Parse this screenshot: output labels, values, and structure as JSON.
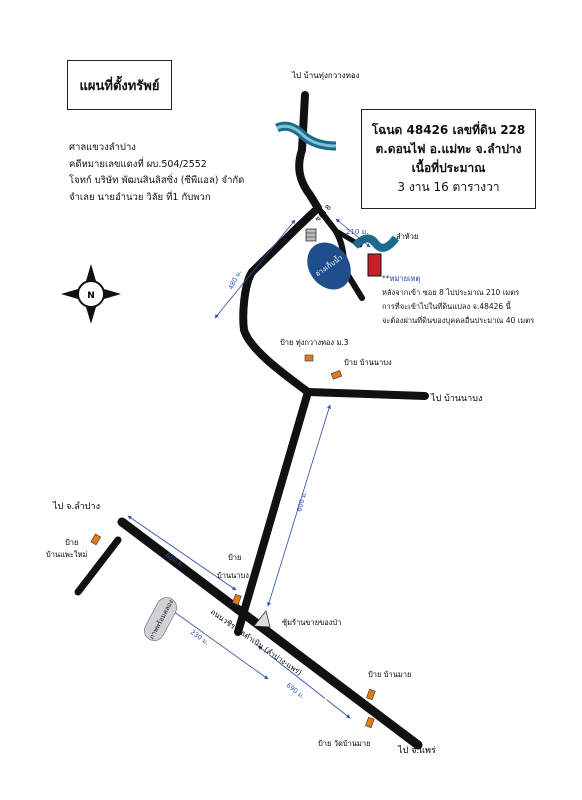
{
  "title": "แผนที่ตั้งทรัพย์",
  "deed_box": {
    "line1": "โฉนด 48426 เลขที่ดิน 228",
    "line2": "ต.ดอนไฟ อ.แม่ทะ จ.ลำปาง",
    "line3": "เนื้อที่ประมาณ",
    "line4": "3 งาน 16 ตารางวา"
  },
  "court_info": {
    "line1": "ศาลแขวงลำปาง",
    "line2": "คดีหมายเลขแดงที่ ผบ.504/2552",
    "line3": "โจทก์ บริษัท พัฒนสินลิสซิ่ง (ซีพีแอล) จำกัด",
    "line4": "จำเลย นายอำนวย วิลัย ที่1 กับพวก"
  },
  "note": {
    "title": "**หมายเหตุ",
    "line1": "หลังจากเข้า ซอย 8 ไปประมาณ 210 เมตร",
    "line2": "การที่จะเข้าไปในที่ดินแปลง จ.48426 นี้",
    "line3": "จะต้องผ่านที่ดินของบุคคลอื่นประมาณ 40 เมตร"
  },
  "labels": {
    "to_phung_kwang_thong": "ไป บ้านทุ่งกวางทอง",
    "to_ban_na_bong": "ไป บ้านนาบง",
    "to_lampang": "ไป จ.ลำปาง",
    "to_phrae": "ไป จ.แพร่",
    "soi8": "ซอย 8",
    "dist_210": "210 ม.",
    "dist_480": "480 ม.",
    "dist_600": "600 ม.",
    "dist_660": "660 ม.",
    "dist_230": "230 ม.",
    "dist_690": "690 ม.",
    "canal": "ลำห้วย",
    "reservoir": "อ่างเก็บน้ำ",
    "sign_phung_kwang_thong": "ป้าย ทุ่งกวางทอง ม.3",
    "sign_ban_na_bong": "ป้าย บ้านนาบง",
    "sign_ban_phae_mai_1": "ป้าย",
    "sign_ban_phae_mai_2": "บ้านแพะใหม่",
    "sign_ban_na_bong2_1": "ป้าย",
    "sign_ban_na_bong2_2": "บ้านนาบง",
    "booth": "ซุ้มร้านขายของป่า",
    "highway": "ถนนวชิราวุธดำเนิน (ลำปาง-แพร่)",
    "oil_depot": "ภาพพร้อมคลอง",
    "sign_ban_mai": "ป้าย บ้านมาย",
    "sign_wat_ban_mai": "ป้าย วัดบ้านมาย",
    "compass_n": "N"
  },
  "colors": {
    "road": "#111111",
    "water": "#1f4e8c",
    "river": "#1b6b8a",
    "plot": "#c8202a",
    "sign": "#e07a1f",
    "dimension": "#2b4ea8"
  }
}
